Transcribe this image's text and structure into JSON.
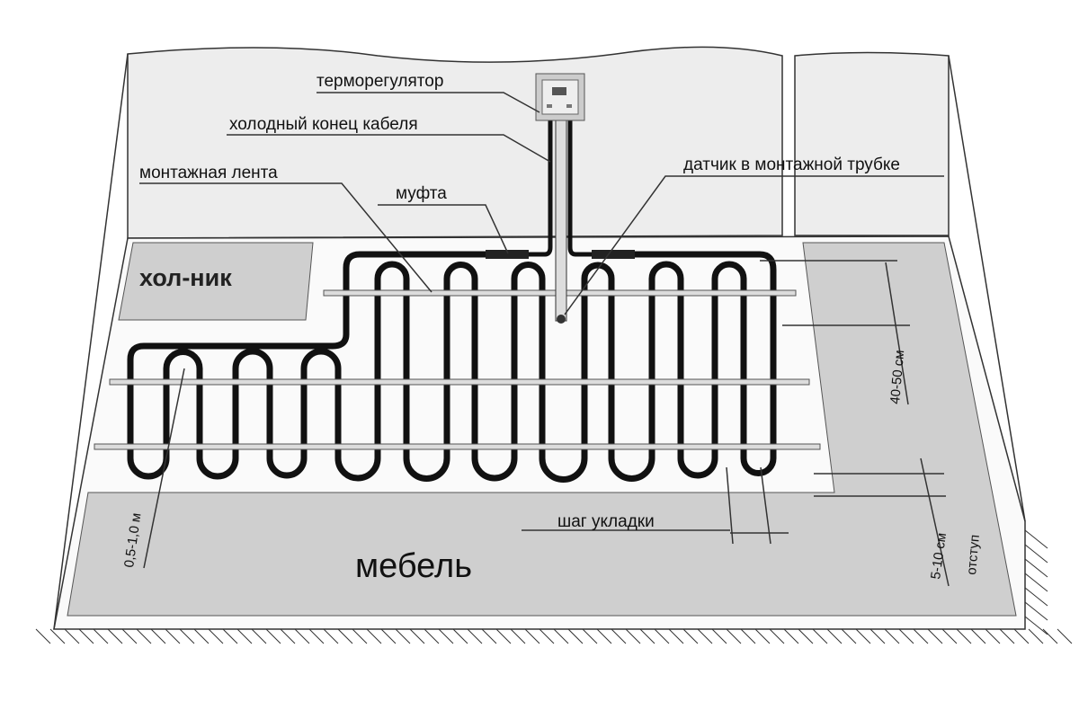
{
  "labels": {
    "thermostat": "терморегулятор",
    "cold_end": "холодный конец кабеля",
    "mounting_tape": "монтажная лента",
    "coupling": "муфта",
    "sensor": "датчик в монтажной трубке",
    "fridge": "хол-ник",
    "furniture": "мебель",
    "laying_step": "шаг укладки",
    "tape_spacing": "40-50 см",
    "offset_value": "5-10 см",
    "offset": "отступ",
    "edge_distance": "0,5-1,0 м"
  },
  "colors": {
    "grey_area": "#cfcfcf",
    "wall": "#ededed",
    "cable": "#111111",
    "tape": "#dcdcdc"
  }
}
